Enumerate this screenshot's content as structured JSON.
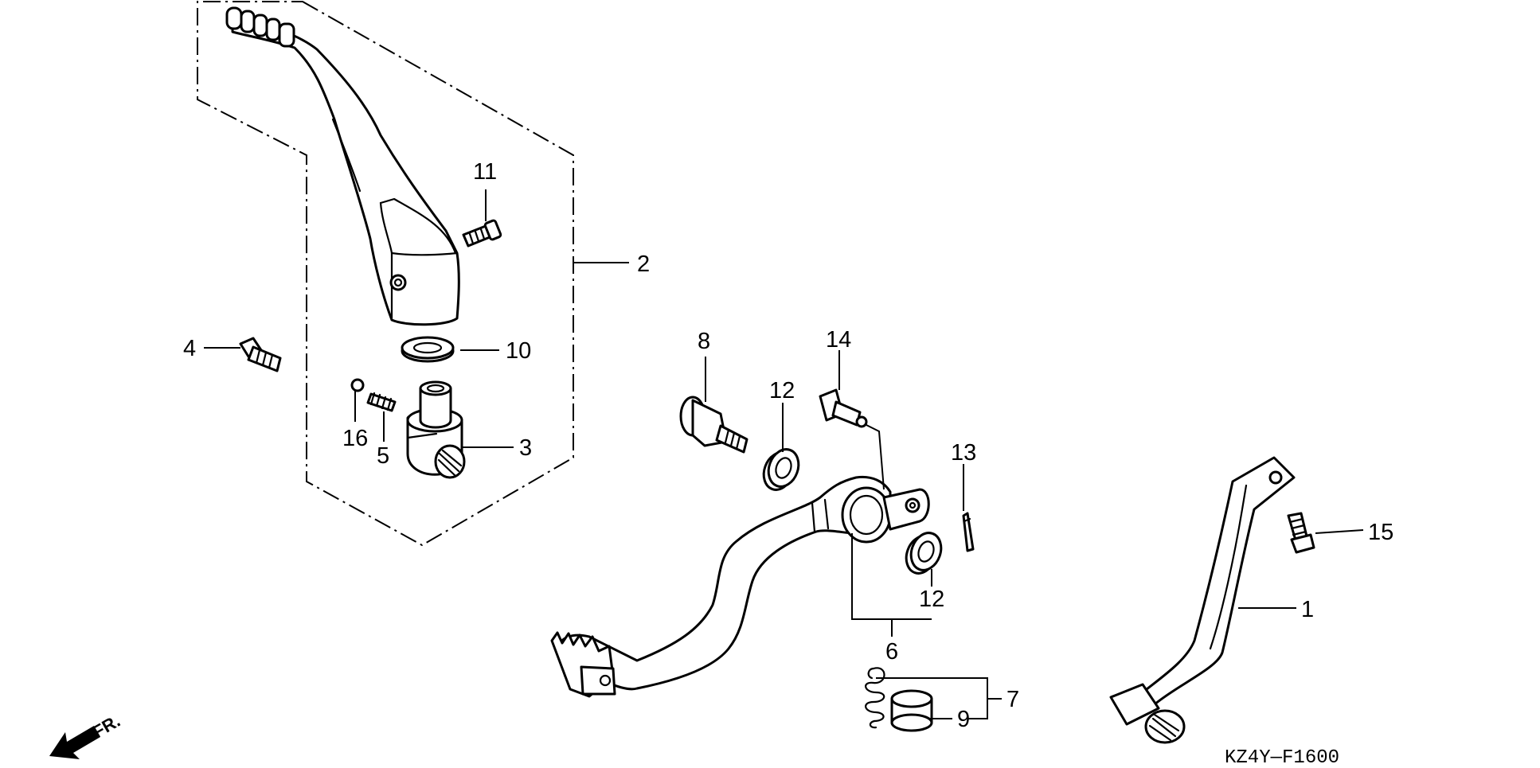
{
  "diagram": {
    "code": "KZ4Y—F1600",
    "direction_label": "FR.",
    "callouts": [
      {
        "id": "c1",
        "label": "1"
      },
      {
        "id": "c2",
        "label": "2"
      },
      {
        "id": "c3",
        "label": "3"
      },
      {
        "id": "c4",
        "label": "4"
      },
      {
        "id": "c5",
        "label": "5"
      },
      {
        "id": "c6",
        "label": "6"
      },
      {
        "id": "c7",
        "label": "7"
      },
      {
        "id": "c8",
        "label": "8"
      },
      {
        "id": "c9",
        "label": "9"
      },
      {
        "id": "c10",
        "label": "10"
      },
      {
        "id": "c11",
        "label": "11"
      },
      {
        "id": "c12a",
        "label": "12"
      },
      {
        "id": "c12b",
        "label": "12"
      },
      {
        "id": "c13",
        "label": "13"
      },
      {
        "id": "c14",
        "label": "14"
      },
      {
        "id": "c15",
        "label": "15"
      },
      {
        "id": "c16",
        "label": "16"
      }
    ]
  }
}
